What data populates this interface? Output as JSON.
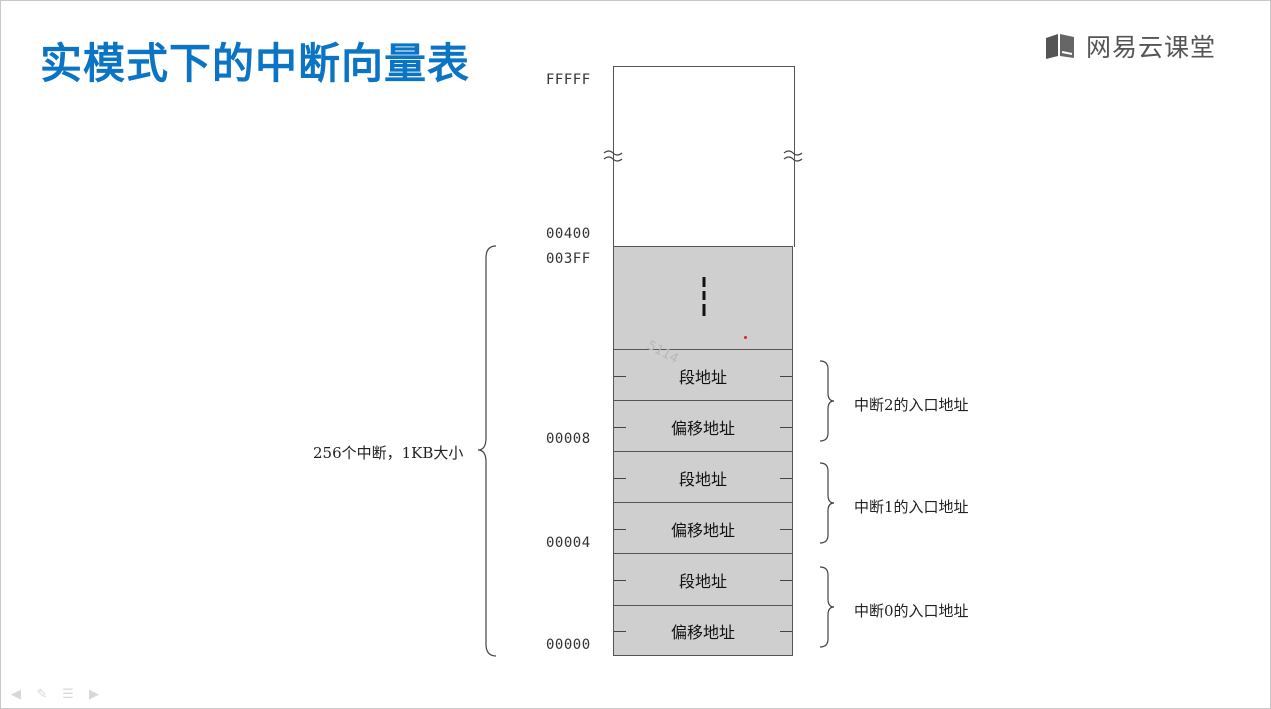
{
  "slide": {
    "title": "实模式下的中断向量表",
    "logo_text": "网易云课堂",
    "logo_icon": "book-icon",
    "accent_color": "#0b74c4",
    "cell_fill_color": "#cfcfcf"
  },
  "diagram": {
    "addresses": {
      "top": "FFFFF",
      "table_end_next": "00400",
      "table_end": "003FF",
      "int2_start": "00008",
      "int1_start": "00004",
      "int0_start": "00000"
    },
    "cells": {
      "int2_segment": "段地址",
      "int2_offset": "偏移地址",
      "int1_segment": "段地址",
      "int1_offset": "偏移地址",
      "int0_segment": "段地址",
      "int0_offset": "偏移地址"
    },
    "brace_labels": {
      "int2": "中断2的入口地址",
      "int1": "中断1的入口地址",
      "int0": "中断0的入口地址",
      "total": "256个中断，1KB大小"
    },
    "watermark": "5114"
  },
  "toolbar": {
    "icons": [
      "prev-icon",
      "pen-icon",
      "menu-icon",
      "next-icon"
    ]
  }
}
